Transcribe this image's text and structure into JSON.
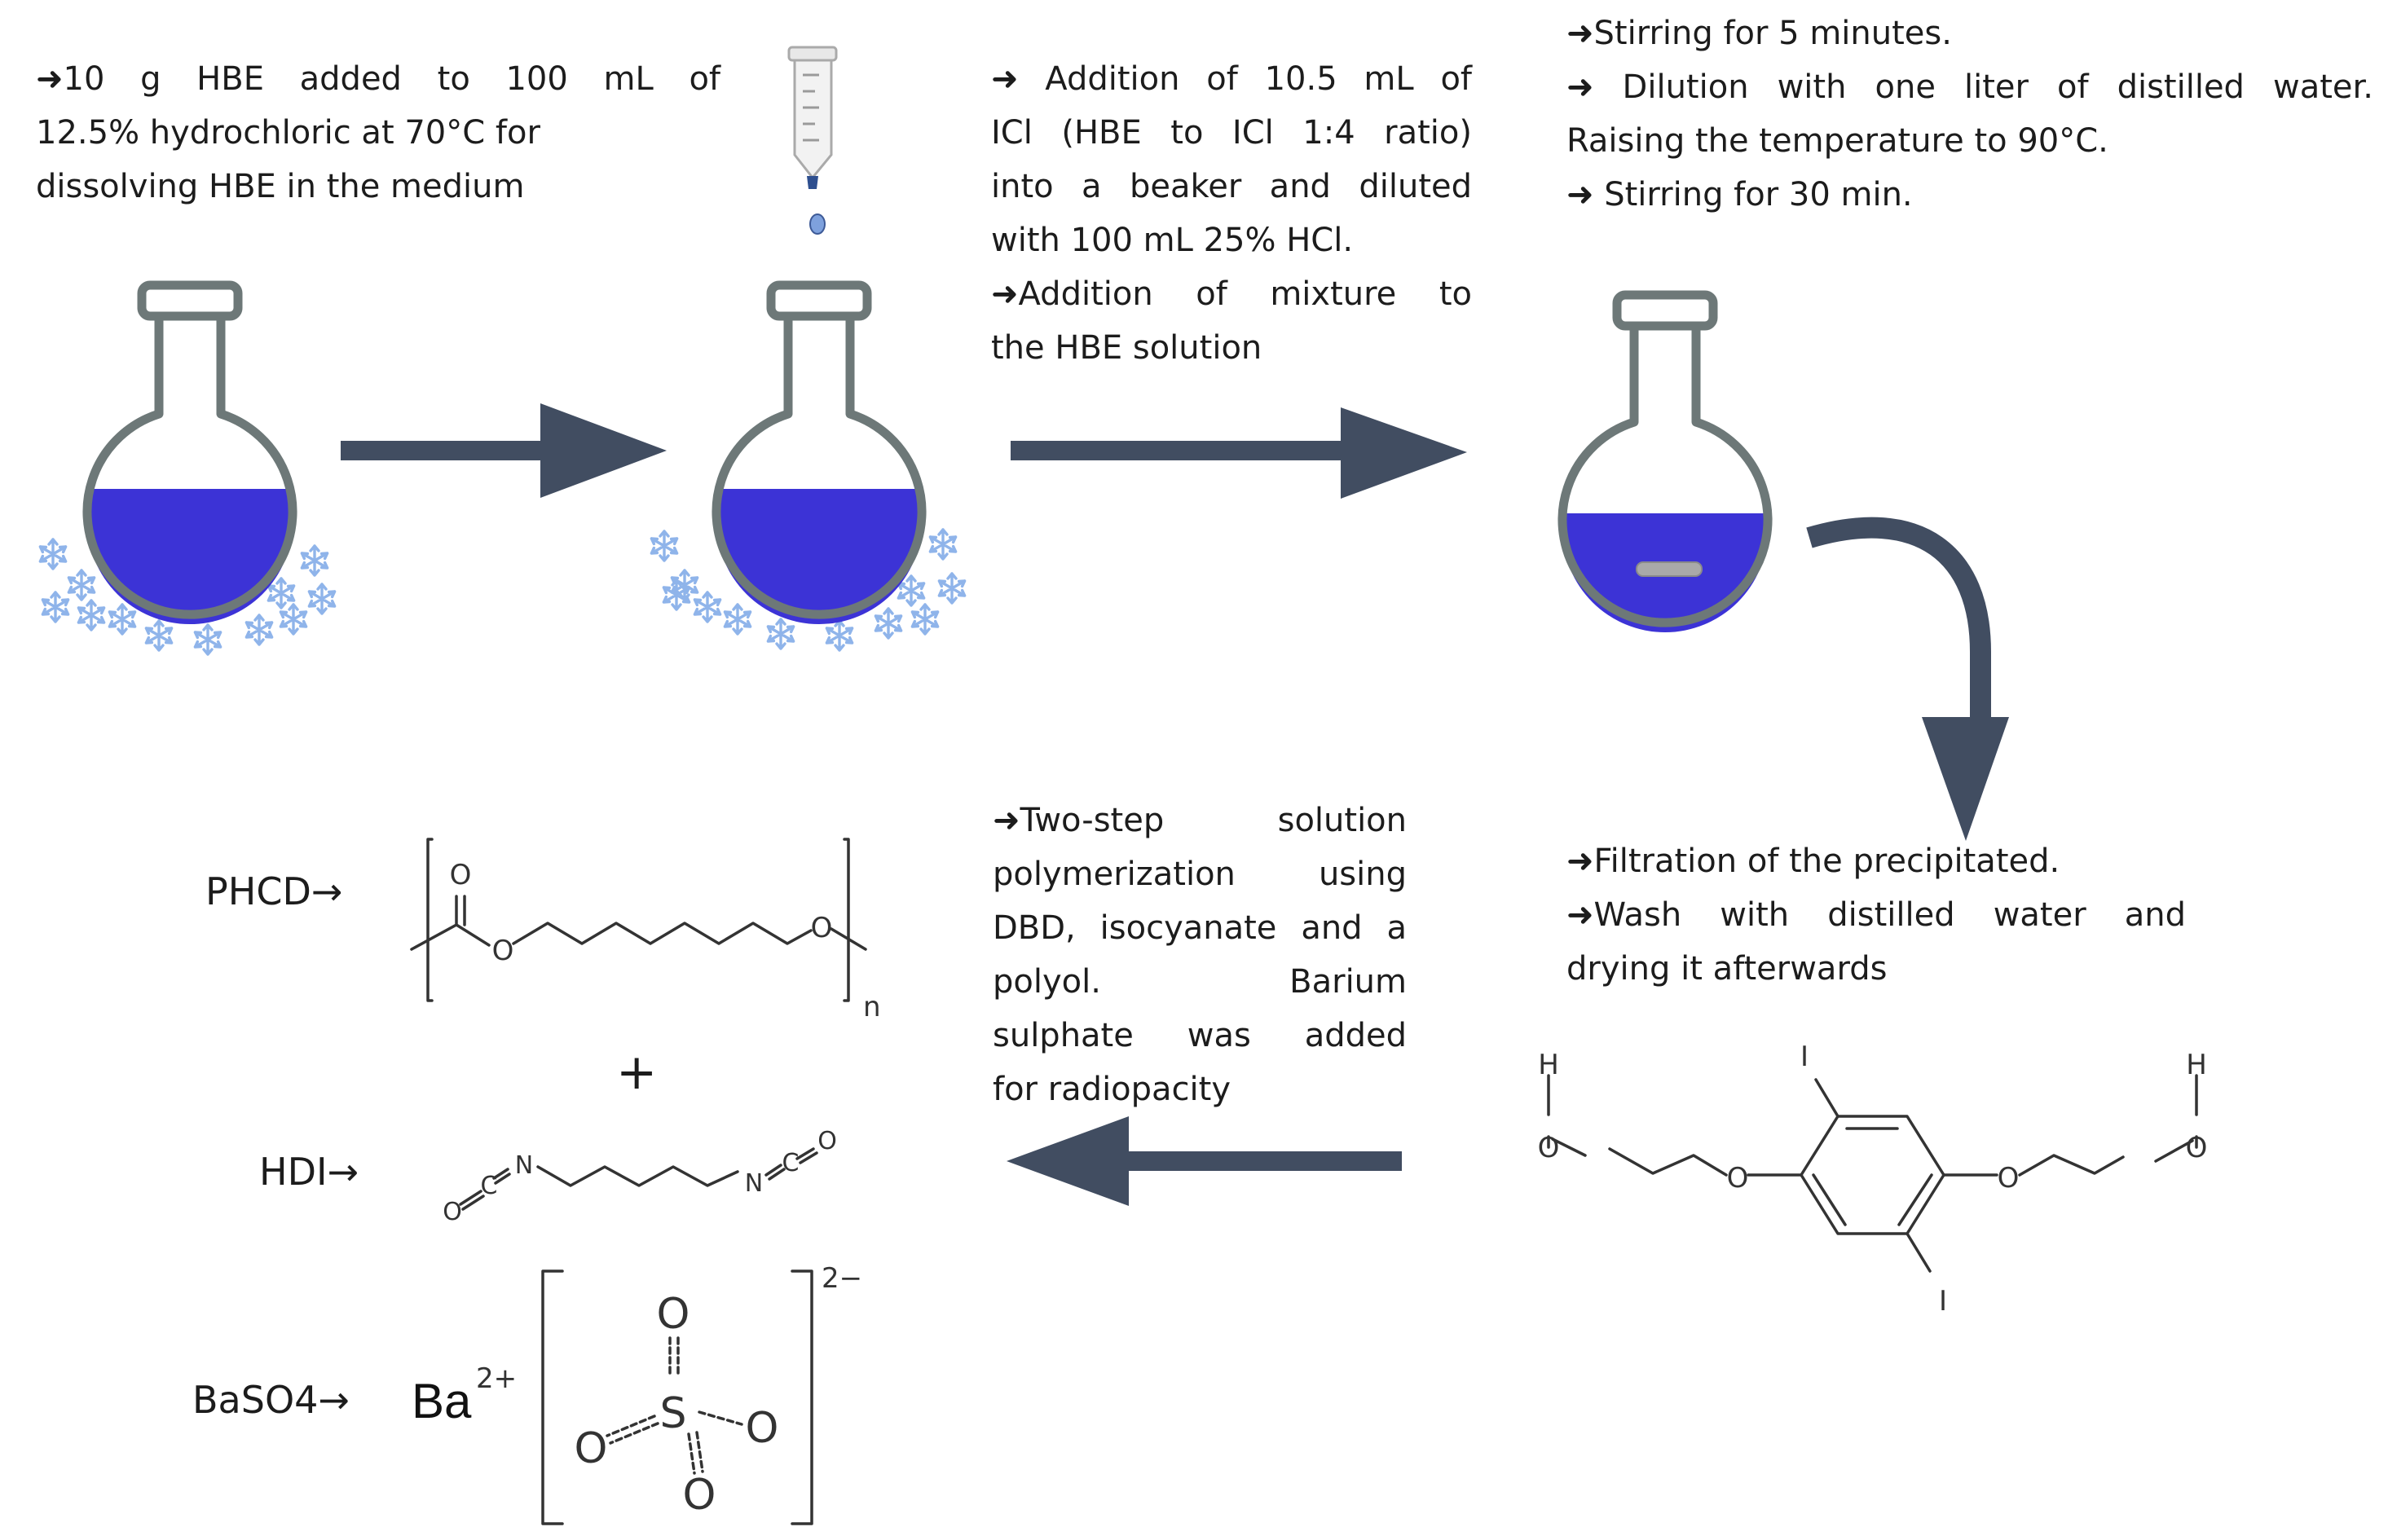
{
  "colors": {
    "arrow": "#414d61",
    "flask_outline": "#6d7878",
    "solution_blue": "#3c33d6",
    "snowflake": "#8fb4ea",
    "structure": "#333333",
    "stir_bar": "#a9a9a9"
  },
  "steps": {
    "step1": [
      "➜10 g HBE added to 100 mL of",
      "12.5% hydrochloric at 70°C for",
      "dissolving HBE in the medium"
    ],
    "step2": [
      "➜ Addition of 10.5 mL of",
      "ICl (HBE to ICl 1:4 ratio)",
      "into a beaker and diluted",
      "with 100 mL 25% HCl.",
      "➜Addition of mixture to",
      "the HBE solution"
    ],
    "step3": [
      "➜Stirring for 5 minutes.",
      "➜ Dilution with one liter of distilled water.",
      "Raising the temperature to 90°C.",
      "➜ Stirring for 30 min."
    ],
    "step4": [
      "➜Filtration of the precipitated.",
      "➜Wash with distilled water and",
      "drying it afterwards"
    ],
    "step5": [
      "➜Two-step solution",
      "polymerization using",
      "DBD, isocyanate and a",
      "polyol. Barium",
      "sulphate was added",
      "for radiopacity"
    ]
  },
  "labels": {
    "phcd": "PHCD→",
    "hdi": "HDI→",
    "baso4": "BaSO4→",
    "plus": "+"
  },
  "chem": {
    "phcd_o": "O",
    "phcd_n": "n",
    "hdi_n": "N",
    "hdi_c": "C",
    "hdi_o": "O",
    "ba": "Ba",
    "ba_charge": "2+",
    "sulfur": "S",
    "oxygen": "O",
    "sulfate_charge": "2−",
    "dbd_h": "H",
    "dbd_o": "O",
    "dbd_i": "I"
  }
}
